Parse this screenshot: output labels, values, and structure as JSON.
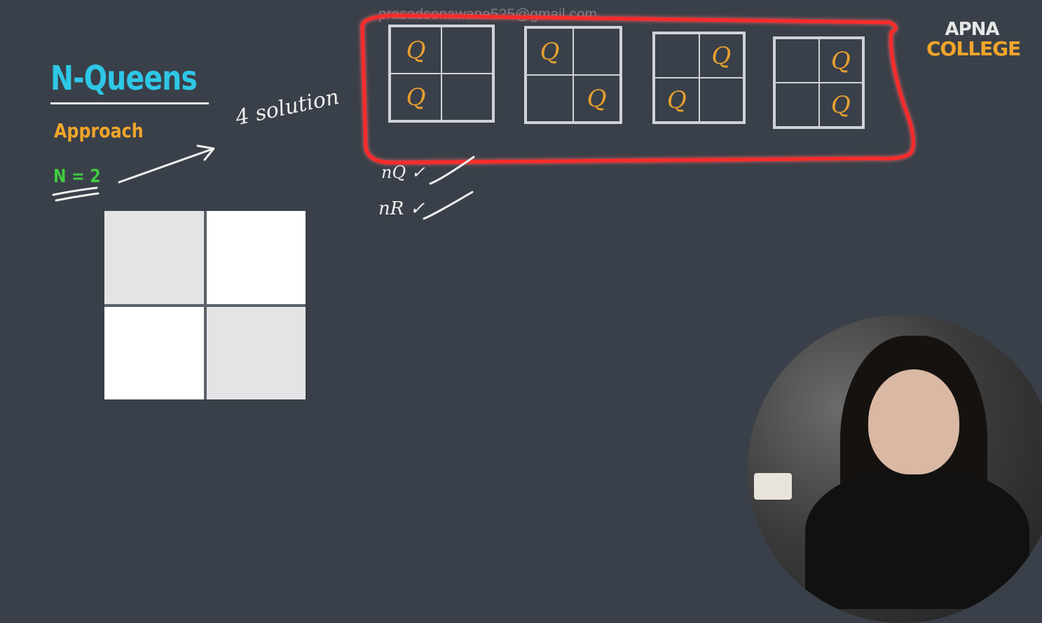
{
  "slide": {
    "title": "N-Queens",
    "subtitle": "Approach",
    "n_label": "N = 2",
    "watermark": "prasadsonawane525@gmail.com",
    "brand": {
      "line1": "APNA",
      "line2": "COLLEGE"
    },
    "handwriting": {
      "solutions_note": "4 solution",
      "check_queens": "nQ ✓",
      "check_rows": "nR ✓"
    },
    "queen_symbol": "Q",
    "big_board": {
      "size": 2
    },
    "solution_boards": [
      {
        "queens": [
          [
            0,
            0
          ],
          [
            1,
            0
          ]
        ]
      },
      {
        "queens": [
          [
            0,
            0
          ],
          [
            1,
            1
          ]
        ]
      },
      {
        "queens": [
          [
            0,
            1
          ],
          [
            1,
            0
          ]
        ]
      },
      {
        "queens": [
          [
            0,
            1
          ],
          [
            1,
            1
          ]
        ]
      }
    ],
    "colors": {
      "background": "#3a4049",
      "title": "#2ec7e6",
      "approach": "#f0a52a",
      "n_label": "#3ecc3e",
      "highlight": "#ff2a2a",
      "queen": "#e7a030"
    }
  }
}
